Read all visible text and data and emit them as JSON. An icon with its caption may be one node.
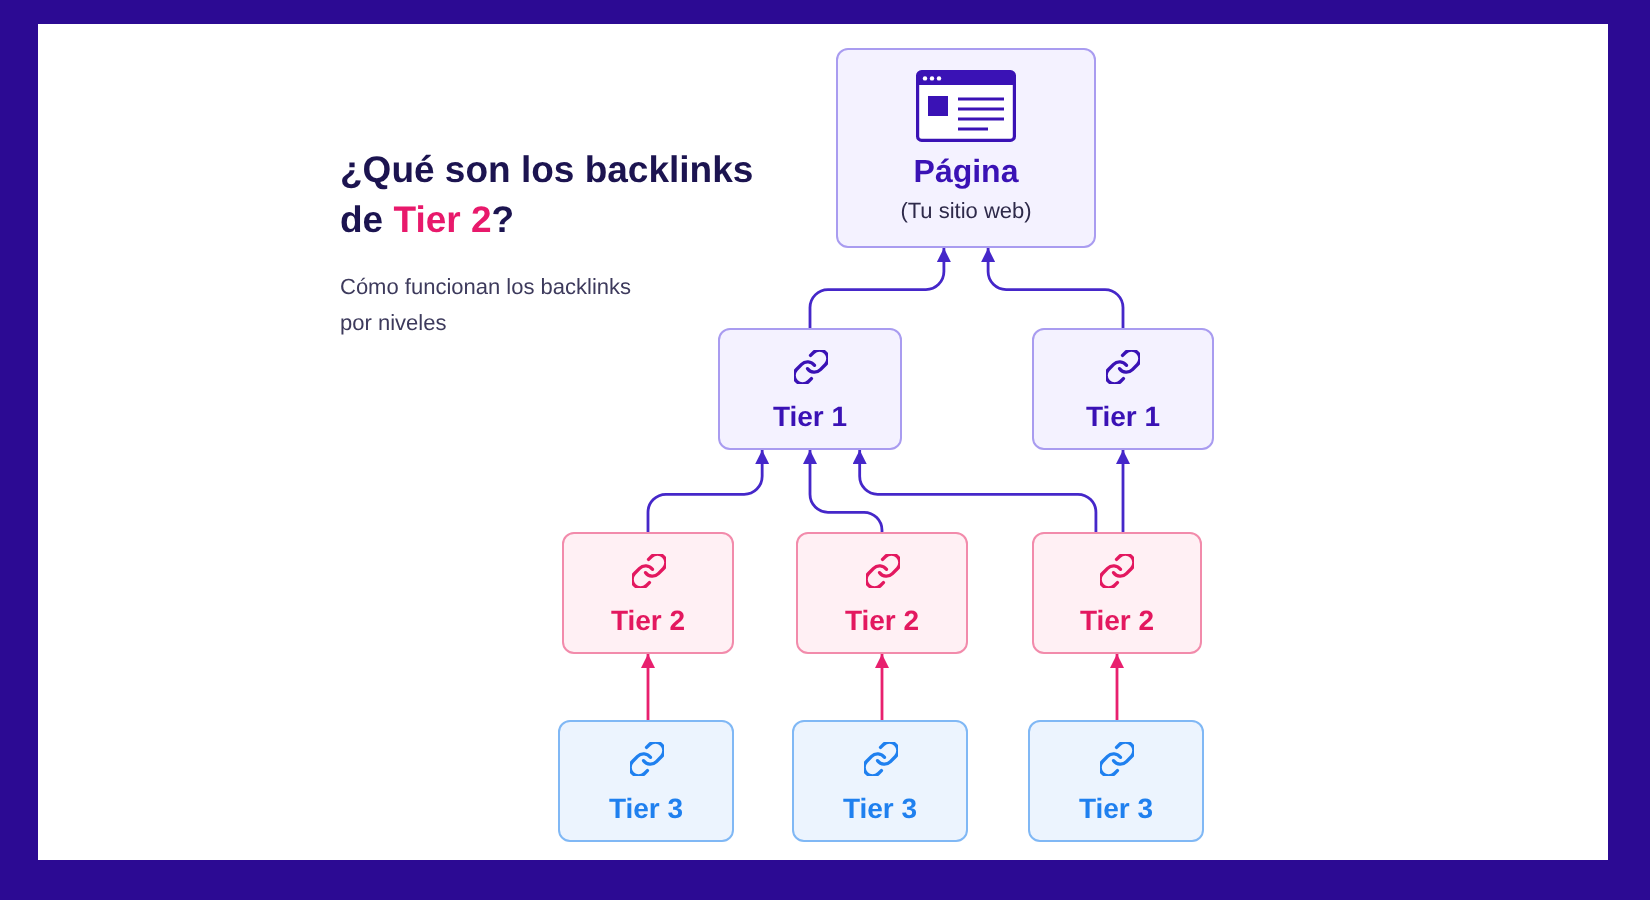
{
  "diagram": {
    "title": "¿Qué son los backlinks de **Tier 2**?",
    "nodes": [
      {
        "text": [
          "Página",
          "(Tu sitio web)"
        ]
      },
      {
        "text": [
          "Tier 1"
        ]
      },
      {
        "text": [
          "Tier 1"
        ]
      },
      {
        "text": [
          "Tier 2"
        ]
      },
      {
        "text": [
          "Tier 2"
        ]
      },
      {
        "text": [
          "Tier 2"
        ]
      },
      {
        "text": [
          "Tier 3"
        ]
      },
      {
        "text": [
          "Tier 3"
        ]
      },
      {
        "text": [
          "Tier 3"
        ]
      }
    ],
    "edges": [
      {
        "from": 1,
        "to": 0,
        "arrow": "to"
      },
      {
        "from": 2,
        "to": 0,
        "arrow": "to"
      },
      {
        "from": 3,
        "to": 1,
        "arrow": "to"
      },
      {
        "from": 4,
        "to": 1,
        "arrow": "to"
      },
      {
        "from": 5,
        "to": 1,
        "arrow": "to"
      },
      {
        "from": 5,
        "to": 2,
        "arrow": "to"
      },
      {
        "from": 6,
        "to": 3,
        "arrow": "to",
        "color": "#e8206e"
      },
      {
        "from": 7,
        "to": 4,
        "arrow": "to",
        "color": "#e8206e"
      },
      {
        "from": 8,
        "to": 5,
        "arrow": "to",
        "color": "#e8206e"
      }
    ],
    "labels": [
      "Cómo funcionan los backlinks por niveles"
    ]
  }
}
